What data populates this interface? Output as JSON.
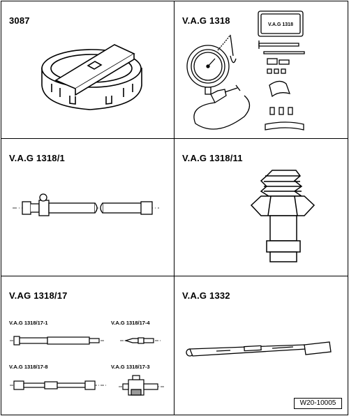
{
  "panels": [
    {
      "title": "3087"
    },
    {
      "title": "V.A.G 1318",
      "case_label": "V.A.G 1318"
    },
    {
      "title": "V.A.G 1318/1"
    },
    {
      "title": "V.A.G 1318/11"
    },
    {
      "title": "V.AG 1318/17",
      "sub_tools": [
        "V.A.G 1318/17-1",
        "V.A.G 1318/17-4",
        "V.A.G 1318/17-8",
        "V.A.G 1318/17-3"
      ]
    },
    {
      "title": "V.A.G 1332"
    }
  ],
  "figure_id": "W20-10005",
  "icons": [
    "socket-tool-icon",
    "pressure-gauge-icon",
    "adapter-hose-icon",
    "threaded-adapter-icon",
    "adapter-set-icon",
    "torque-wrench-icon"
  ]
}
